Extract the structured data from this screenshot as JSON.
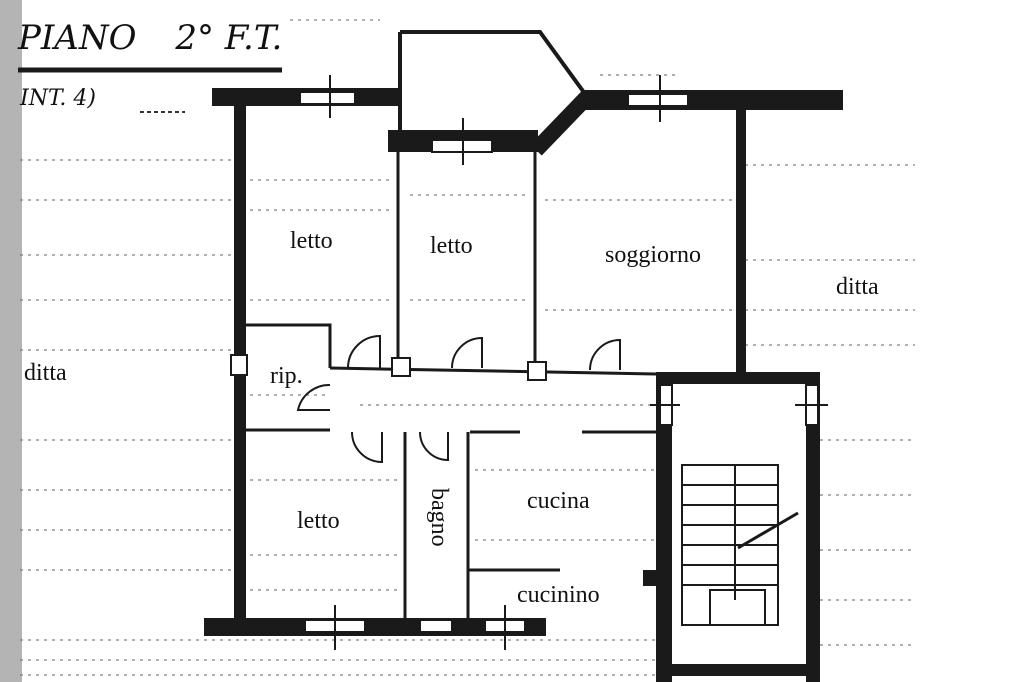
{
  "header": {
    "floor": "PIANO",
    "floor_number": "2° F.T.",
    "unit": "INT. 4)"
  },
  "rooms": {
    "bedroom_top_left": "letto",
    "bedroom_top_middle": "letto",
    "living_room": "soggiorno",
    "storage": "rip.",
    "bedroom_bottom": "letto",
    "bathroom": "bagno",
    "kitchen": "cucina",
    "kitchenette": "cucinino"
  },
  "neighbors": {
    "left": "ditta",
    "right": "ditta"
  },
  "colors": {
    "wall": "#1a1a1a",
    "scan_noise": "#555555"
  }
}
